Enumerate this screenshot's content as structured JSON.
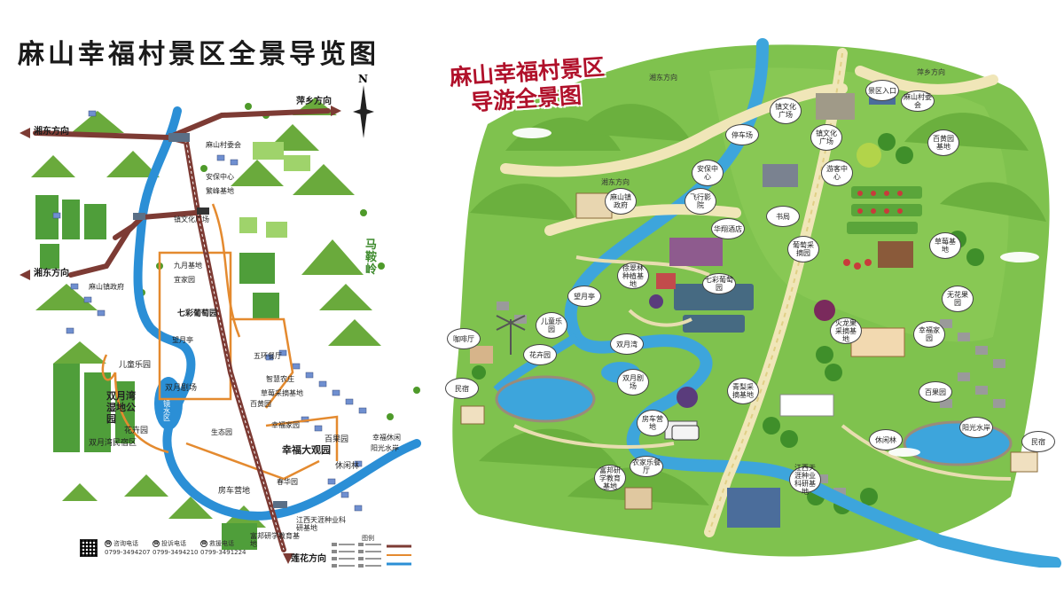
{
  "left_map": {
    "title": "麻山幸福村景区全景导览图",
    "compass_label": "N",
    "directions": {
      "xiangdong_top": "湘东方向",
      "pingxiang": "萍乡方向",
      "xiangdong_mid": "湘东方向",
      "lianhua": "莲花方向"
    },
    "mountain_label": "马鞍岭",
    "places": {
      "mashan_village": "麻山村委会",
      "anbao": "安保中心",
      "fanli": "繁峰基地",
      "wenhua_square": "镇文化广场",
      "town_gov": "麻山镇政府",
      "jiuyue": "九月基地",
      "garden_a": "宜家园",
      "qicai_grape": "七彩葡萄园",
      "ertong": "儿童乐园",
      "shuangyue_wetland": "双月湾湿地公园",
      "shuangyue_theater": "双月剧场",
      "jingshui": "镜水区",
      "huahuiyuan": "花卉园",
      "shuangyue_minsu": "双月湾民宿区",
      "xingfu_daguanyuan": "幸福大观园",
      "baiguoyuan": "百果园",
      "baihuayuan": "百黄园",
      "xiuxianlin": "休闲林",
      "yangguang": "阳光水岸",
      "xingfu_lin": "幸福休闲",
      "fangche": "房车营地",
      "jiangxi": "江西天涯种业科研基地",
      "fuxing": "富邦研学教育基地",
      "wuguan": "五环餐厅",
      "zhihui": "智慧农庄",
      "caomei": "草莓采摘基地",
      "xingfu_jiayuan": "幸福家园",
      "wanglou": "望月亭",
      "shengtai": "生态园",
      "chunhua": "春华园"
    },
    "contacts": [
      {
        "label": "咨询电话",
        "number": "0799-3494207"
      },
      {
        "label": "投诉电话",
        "number": "0799-3494210"
      },
      {
        "label": "救援电话",
        "number": "0799-3491224"
      }
    ],
    "legend_title": "图例"
  },
  "right_map": {
    "title_line1": "麻山幸福村景区",
    "title_line2": "导游全景图",
    "directions": {
      "xiangdong_top": "湘东方向",
      "pingxiang": "萍乡方向",
      "xiangdong_mid": "湘东方向"
    },
    "bubbles": {
      "gate": "景区入口",
      "mashan_village": "麻山村委会",
      "baihuang": "百黄园基地",
      "wenhua_square": "镇文化广场",
      "tingchechang": "停车场",
      "jiuyue": "镇文化广场",
      "anbao": "安保中心",
      "youke": "游客中心",
      "town_gov": "麻山镇政府",
      "feixing": "飞行影院",
      "shudian": "书局",
      "huaxiang_hotel": "华翔酒店",
      "putao": "葡萄采摘园",
      "caomei": "草莓基地",
      "xunyi": "徐翠林种植基地",
      "qicai": "七彩葡萄园",
      "wanglou": "望月亭",
      "wuhua": "无花果园",
      "ertong": "儿童乐园",
      "kafeiting": "咖啡厅",
      "huahuiyuan": "花卉园",
      "shuangyue_wan": "双月湾",
      "shuangyue_juchang": "双月剧场",
      "huolongguo": "火龙果采摘基地",
      "xingfu_jiayuan": "幸福家园",
      "baiguo": "百果园",
      "minsu_left": "民宿",
      "qingli": "青梨采摘基地",
      "fangche": "房车营地",
      "xiuxianlin": "休闲林",
      "yangguang": "阳光水岸",
      "minsu_right": "民宿",
      "fubang": "富邦研学教育基地",
      "nongjiale": "农家乐餐厅",
      "jiangxi": "江西天涯种业科研基地"
    }
  }
}
